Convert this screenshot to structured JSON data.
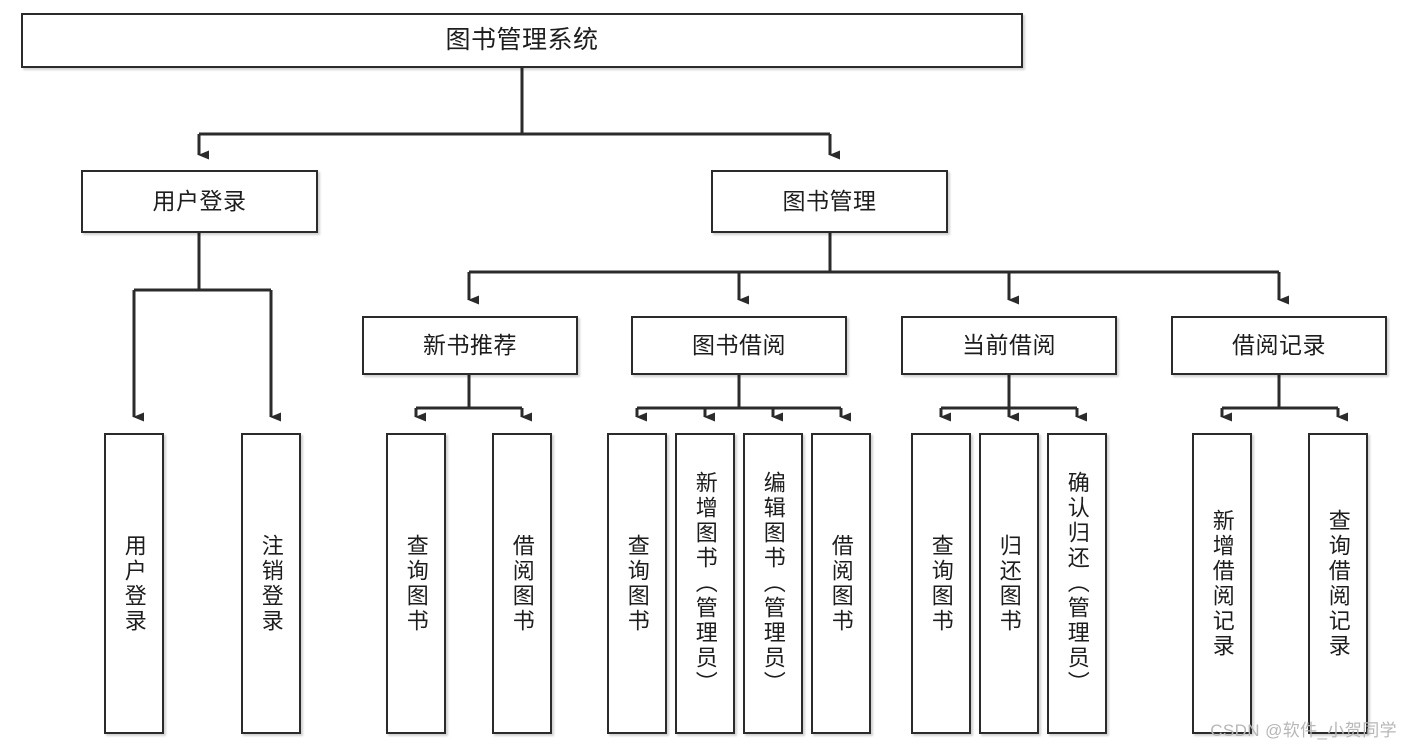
{
  "diagram": {
    "title": "图书管理系统",
    "type": "hierarchy-tree",
    "root": {
      "label": "图书管理系统"
    },
    "level1": [
      {
        "label": "用户登录"
      },
      {
        "label": "图书管理"
      }
    ],
    "level2": [
      {
        "label": "新书推荐"
      },
      {
        "label": "图书借阅"
      },
      {
        "label": "当前借阅"
      },
      {
        "label": "借阅记录"
      }
    ],
    "leaves": {
      "user_login": [
        {
          "label": "用户登录"
        },
        {
          "label": "注销登录"
        }
      ],
      "new_book_recommend": [
        {
          "label": "查询图书"
        },
        {
          "label": "借阅图书"
        }
      ],
      "book_borrow": [
        {
          "label": "查询图书"
        },
        {
          "label": "新增图书（管理员）"
        },
        {
          "label": "编辑图书（管理员）"
        },
        {
          "label": "借阅图书"
        }
      ],
      "current_borrow": [
        {
          "label": "查询图书"
        },
        {
          "label": "归还图书"
        },
        {
          "label": "确认归还（管理员）"
        }
      ],
      "borrow_record": [
        {
          "label": "新增借阅记录"
        },
        {
          "label": "查询借阅记录"
        }
      ]
    }
  },
  "watermark": {
    "text": "CSDN @软件_小贺同学"
  },
  "colors": {
    "stroke": "#2b2b2b",
    "fill": "#ffffff",
    "text": "#1d1d1d",
    "watermark": "#b7b7b7"
  }
}
